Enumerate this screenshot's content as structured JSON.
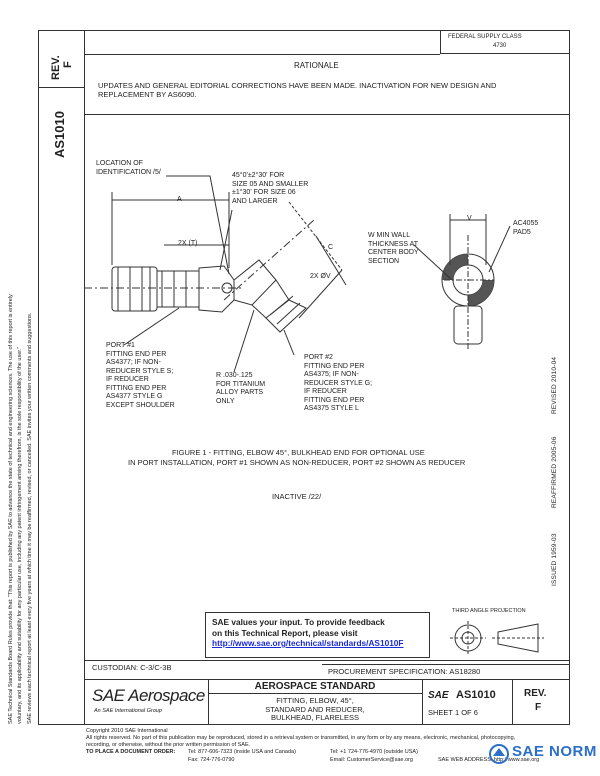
{
  "header": {
    "fed_ref_line1": "FEDERAL SUPPLY CLASS",
    "fed_ref_line2": "4730",
    "rationale_title": "RATIONALE",
    "rationale_text": "UPDATES AND GENERAL EDITORIAL CORRECTIONS HAVE BEEN MADE. INACTIVATION FOR NEW DESIGN AND\nREPLACEMENT BY AS6090."
  },
  "rev_box": {
    "label": "REV.",
    "value": "F"
  },
  "doc_id": "AS1010",
  "left_notice": [
    "SAE Technical Standards Board Rules provide that: \"This report is published by SAE to advance the state of technical and engineering sciences. The use of this report is entirely",
    "voluntary, and its applicability and suitability for any particular use, including any patent infringement arising therefrom, is the sole responsibility of the user.\"",
    "SAE reviews each technical report at least every five years at which time it may be reaffirmed, revised, or cancelled. SAE invites your written comments and suggestions."
  ],
  "drawing": {
    "callout_location": "LOCATION OF\nIDENTIFICATION /5/",
    "callout_angle": "45°0'±2°30' FOR\nSIZE 05 AND SMALLER\n±1°30' FOR SIZE 06\nAND LARGER",
    "dim_a": "A",
    "dim_2x_t": "2X (T)",
    "dim_c": "C",
    "dim_2x_w": "2X ØV",
    "wall_note": "W MIN WALL\nTHICKNESS AT\nCENTER BODY\nSECTION",
    "dim_v": "V",
    "ac4055": "AC4055\nPAD5",
    "port1": "PORT #1\nFITTING END PER\nAS4377; IF NON-\nREDUCER STYLE S;\nIF REDUCER\nFITTING END PER\nAS4377 STYLE G\nEXCEPT SHOULDER",
    "radius_note": "R .030-.125\nFOR TITANIUM\nALLOY PARTS\nONLY",
    "port2": "PORT #2\nFITTING END PER\nAS4375; IF NON-\nREDUCER STYLE G;\nIF REDUCER\nFITTING END PER\nAS4375 STYLE L"
  },
  "figure_caption_line1": "FIGURE 1 - FITTING, ELBOW 45°, BULKHEAD END FOR OPTIONAL USE",
  "figure_caption_line2": "IN PORT INSTALLATION, PORT #1 SHOWN AS NON-REDUCER, PORT #2 SHOWN AS REDUCER",
  "inactive_note": "INACTIVE /22/",
  "right_strip": [
    "ISSUED 1959-03",
    "REAFFIRMED 2005-06",
    "REVISED 2010-04"
  ],
  "feedback": {
    "line1": "SAE values your input. To provide feedback",
    "line2": "on this Technical Report, please visit",
    "link": "http://www.sae.org/technical/standards/AS1010F"
  },
  "projection_label": "THIRD ANGLE PROJECTION",
  "custodian": "CUSTODIAN: C-3/C-3B",
  "procurement": "PROCUREMENT SPECIFICATION: AS18280",
  "title_block": {
    "logo": "SAE Aerospace",
    "logo_sub": "An SAE International Group",
    "standard": "AEROSPACE STANDARD",
    "title": "FITTING, ELBOW, 45°,\nSTANDARD AND REDUCER,\nBULKHEAD, FLARELESS",
    "sae_mark": "SAE",
    "doc_number": "AS1010",
    "sheet": "SHEET 1 OF 6",
    "rev_label": "REV.",
    "rev_value": "F"
  },
  "footer": {
    "copyright": "Copyright 2010 SAE International",
    "rights": "All rights reserved. No part of this publication may be reproduced, stored in a retrieval system or transmitted, in any form or by any means, electronic, mechanical, photocopying,",
    "rights2": "recording, or otherwise, without the prior written permission of SAE.",
    "order": "TO PLACE A DOCUMENT ORDER:",
    "tel1": "Tel:   877-606-7323 (inside USA and Canada)",
    "tel2": "Tel:   +1 724-776-4970 (outside USA)",
    "fax": "Fax:  724-776-0790",
    "email": "Email: CustomerService@sae.org",
    "web": "SAE WEB ADDRESS: http://www.sae.org"
  },
  "watermark": "SAE NORM",
  "colors": {
    "link": "#1a2bd8",
    "watermark": "#2b6fc9",
    "line": "#333333"
  }
}
